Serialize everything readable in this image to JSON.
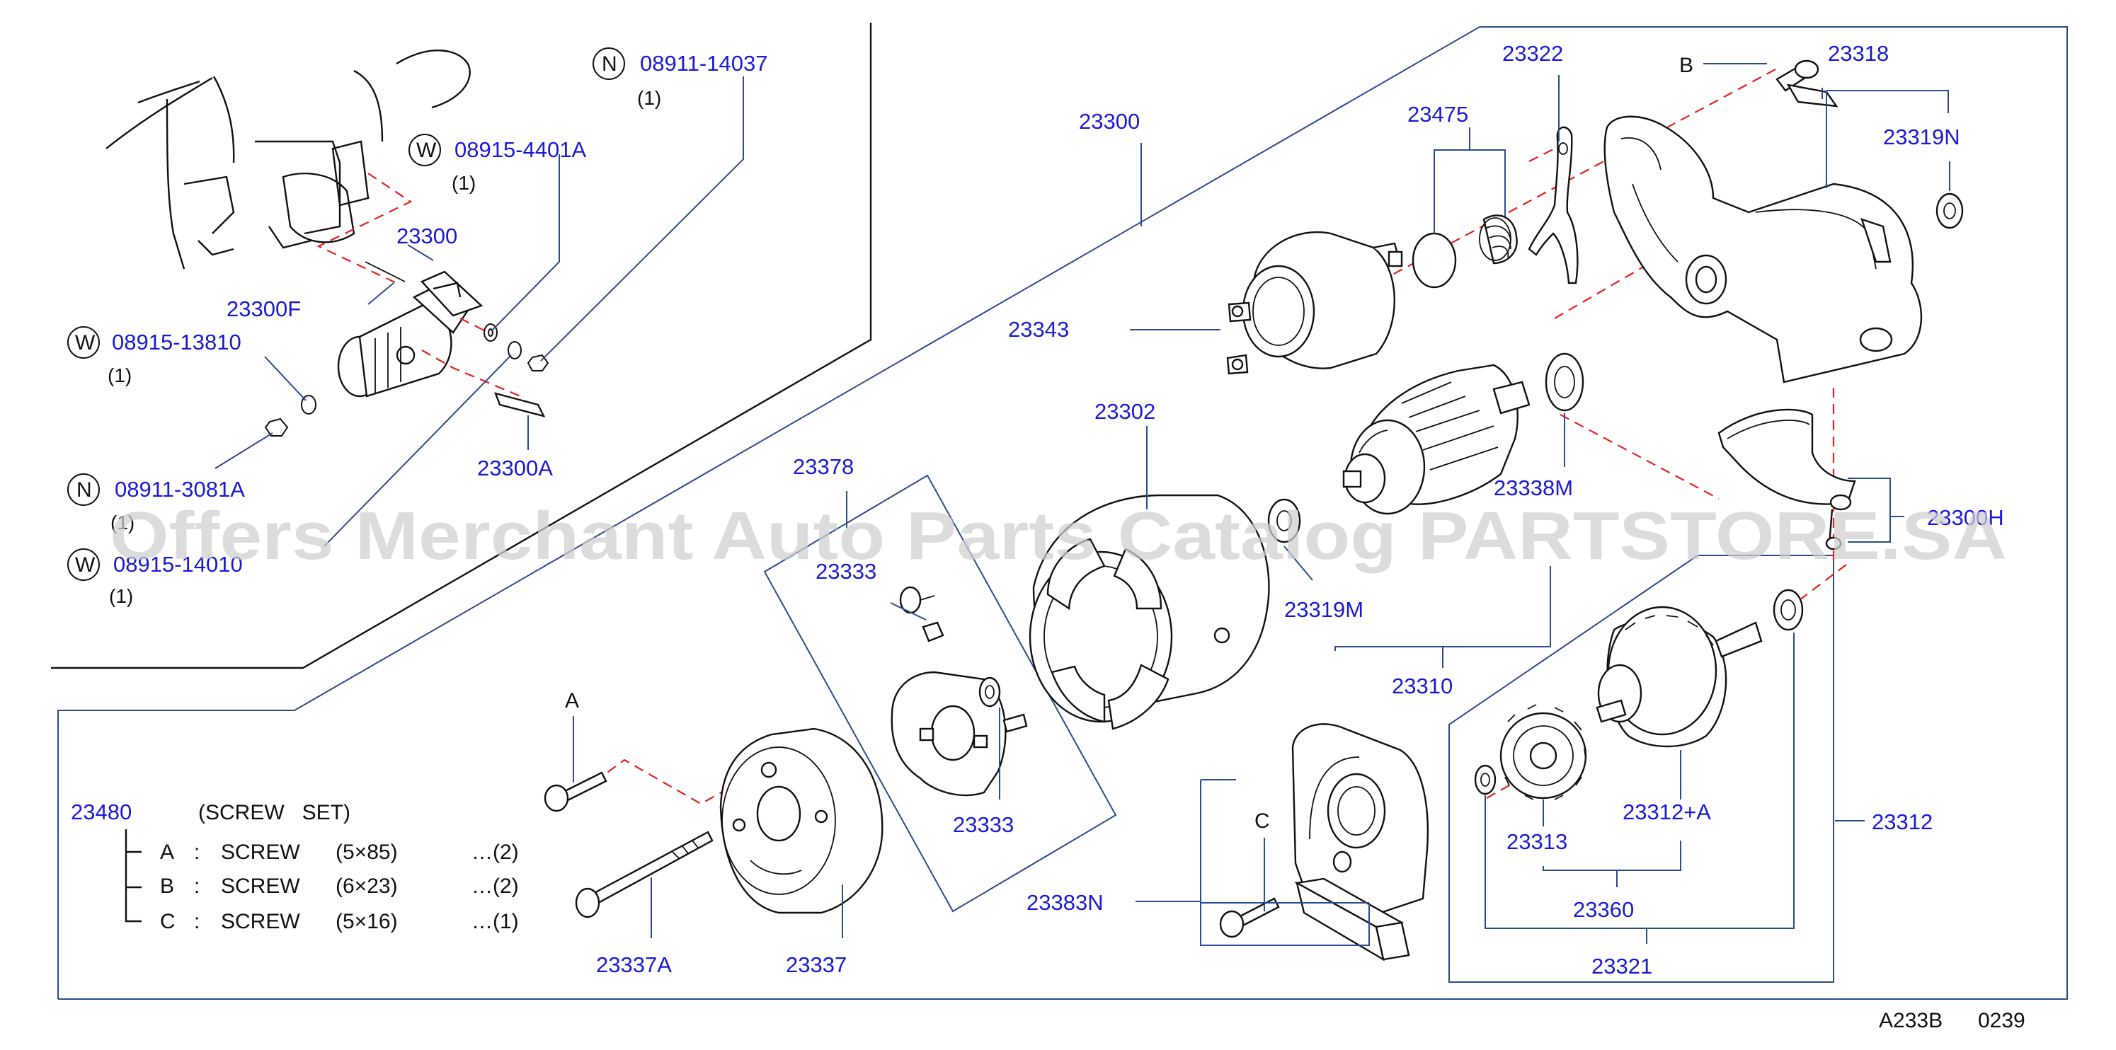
{
  "labels": {
    "p23300_a": "23300",
    "p23300_b": "23300",
    "p23300F": "23300F",
    "p23300A": "23300A",
    "p23322": "23322",
    "p23318": "23318",
    "p23475": "23475",
    "p23319N": "23319N",
    "p23343": "23343",
    "p23302": "23302",
    "p23338M": "23338M",
    "p23300H": "23300H",
    "p23378": "23378",
    "p23333_a": "23333",
    "p23333_b": "23333",
    "p23319M": "23319M",
    "p23310": "23310",
    "p23312plusA": "23312+A",
    "p23312": "23312",
    "p23313": "23313",
    "p23360": "23360",
    "p23321": "23321",
    "p23383N": "23383N",
    "p23337A": "23337A",
    "p23337": "23337",
    "p23480": "23480"
  },
  "hardware": [
    {
      "badge": "N",
      "part": "08911-14037",
      "qty": "(1)"
    },
    {
      "badge": "W",
      "part": "08915-4401A",
      "qty": "(1)"
    },
    {
      "badge": "W",
      "part": "08915-13810",
      "qty": "(1)"
    },
    {
      "badge": "N",
      "part": "08911-3081A",
      "qty": "(1)"
    },
    {
      "badge": "W",
      "part": "08915-14010",
      "qty": "(1)"
    }
  ],
  "callouts": {
    "a": "A",
    "b": "B",
    "c": "C"
  },
  "screw_set": {
    "title": "(SCREW   SET)",
    "rows": [
      {
        "key": "A",
        "colon": ":",
        "name": "SCREW",
        "size": "(5×85)",
        "qty": "…(2)"
      },
      {
        "key": "B",
        "colon": ":",
        "name": "SCREW",
        "size": "(6×23)",
        "qty": "…(2)"
      },
      {
        "key": "C",
        "colon": ":",
        "name": "SCREW",
        "size": "(5×16)",
        "qty": "…(1)"
      }
    ]
  },
  "footer": {
    "code": "A233B",
    "page": "0239"
  },
  "watermark": "Offers Merchant Auto Parts Catalog PARTSTORE.SA",
  "colors": {
    "label": "#1a1ad6",
    "leader": "#2a4d8f",
    "dash": "#e8201c",
    "ink": "#111111",
    "watermark": "#cfcfcf"
  }
}
